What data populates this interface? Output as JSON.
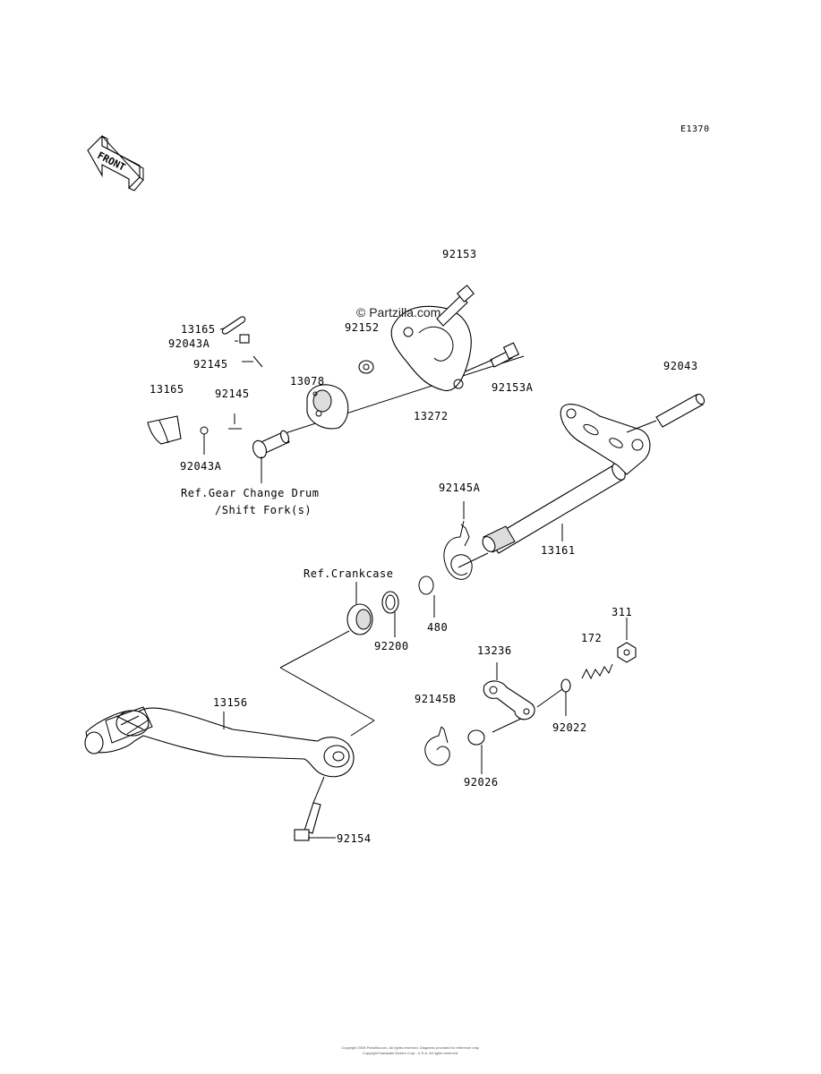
{
  "diagram_id": "E1370",
  "front_label": "FRONT",
  "watermark": "© Partzilla.com",
  "footer": {
    "line1": "Copyright 2008 Partzilla.com. All rights reserved. Diagrams provided for reference only.",
    "line2": "Copyright Kawasaki Motors Corp., U.S.A. All rights reserved."
  },
  "refs": {
    "gear_change_line1": "Ref.Gear Change Drum",
    "gear_change_line2": "/Shift Fork(s)",
    "crankcase": "Ref.Crankcase"
  },
  "parts": {
    "p92153": "92153",
    "p13165a": "13165",
    "p92043a_top": "92043A",
    "p92152": "92152",
    "p92145_top": "92145",
    "p13078": "13078",
    "p92153a": "92153A",
    "p92043": "92043",
    "p13165b": "13165",
    "p92145_mid": "92145",
    "p13272": "13272",
    "p92043a_bot": "92043A",
    "p92145a": "92145A",
    "p13161": "13161",
    "p480": "480",
    "p92200": "92200",
    "p311": "311",
    "p172": "172",
    "p13236": "13236",
    "p92145b": "92145B",
    "p13156": "13156",
    "p92022": "92022",
    "p92026": "92026",
    "p92154": "92154"
  }
}
